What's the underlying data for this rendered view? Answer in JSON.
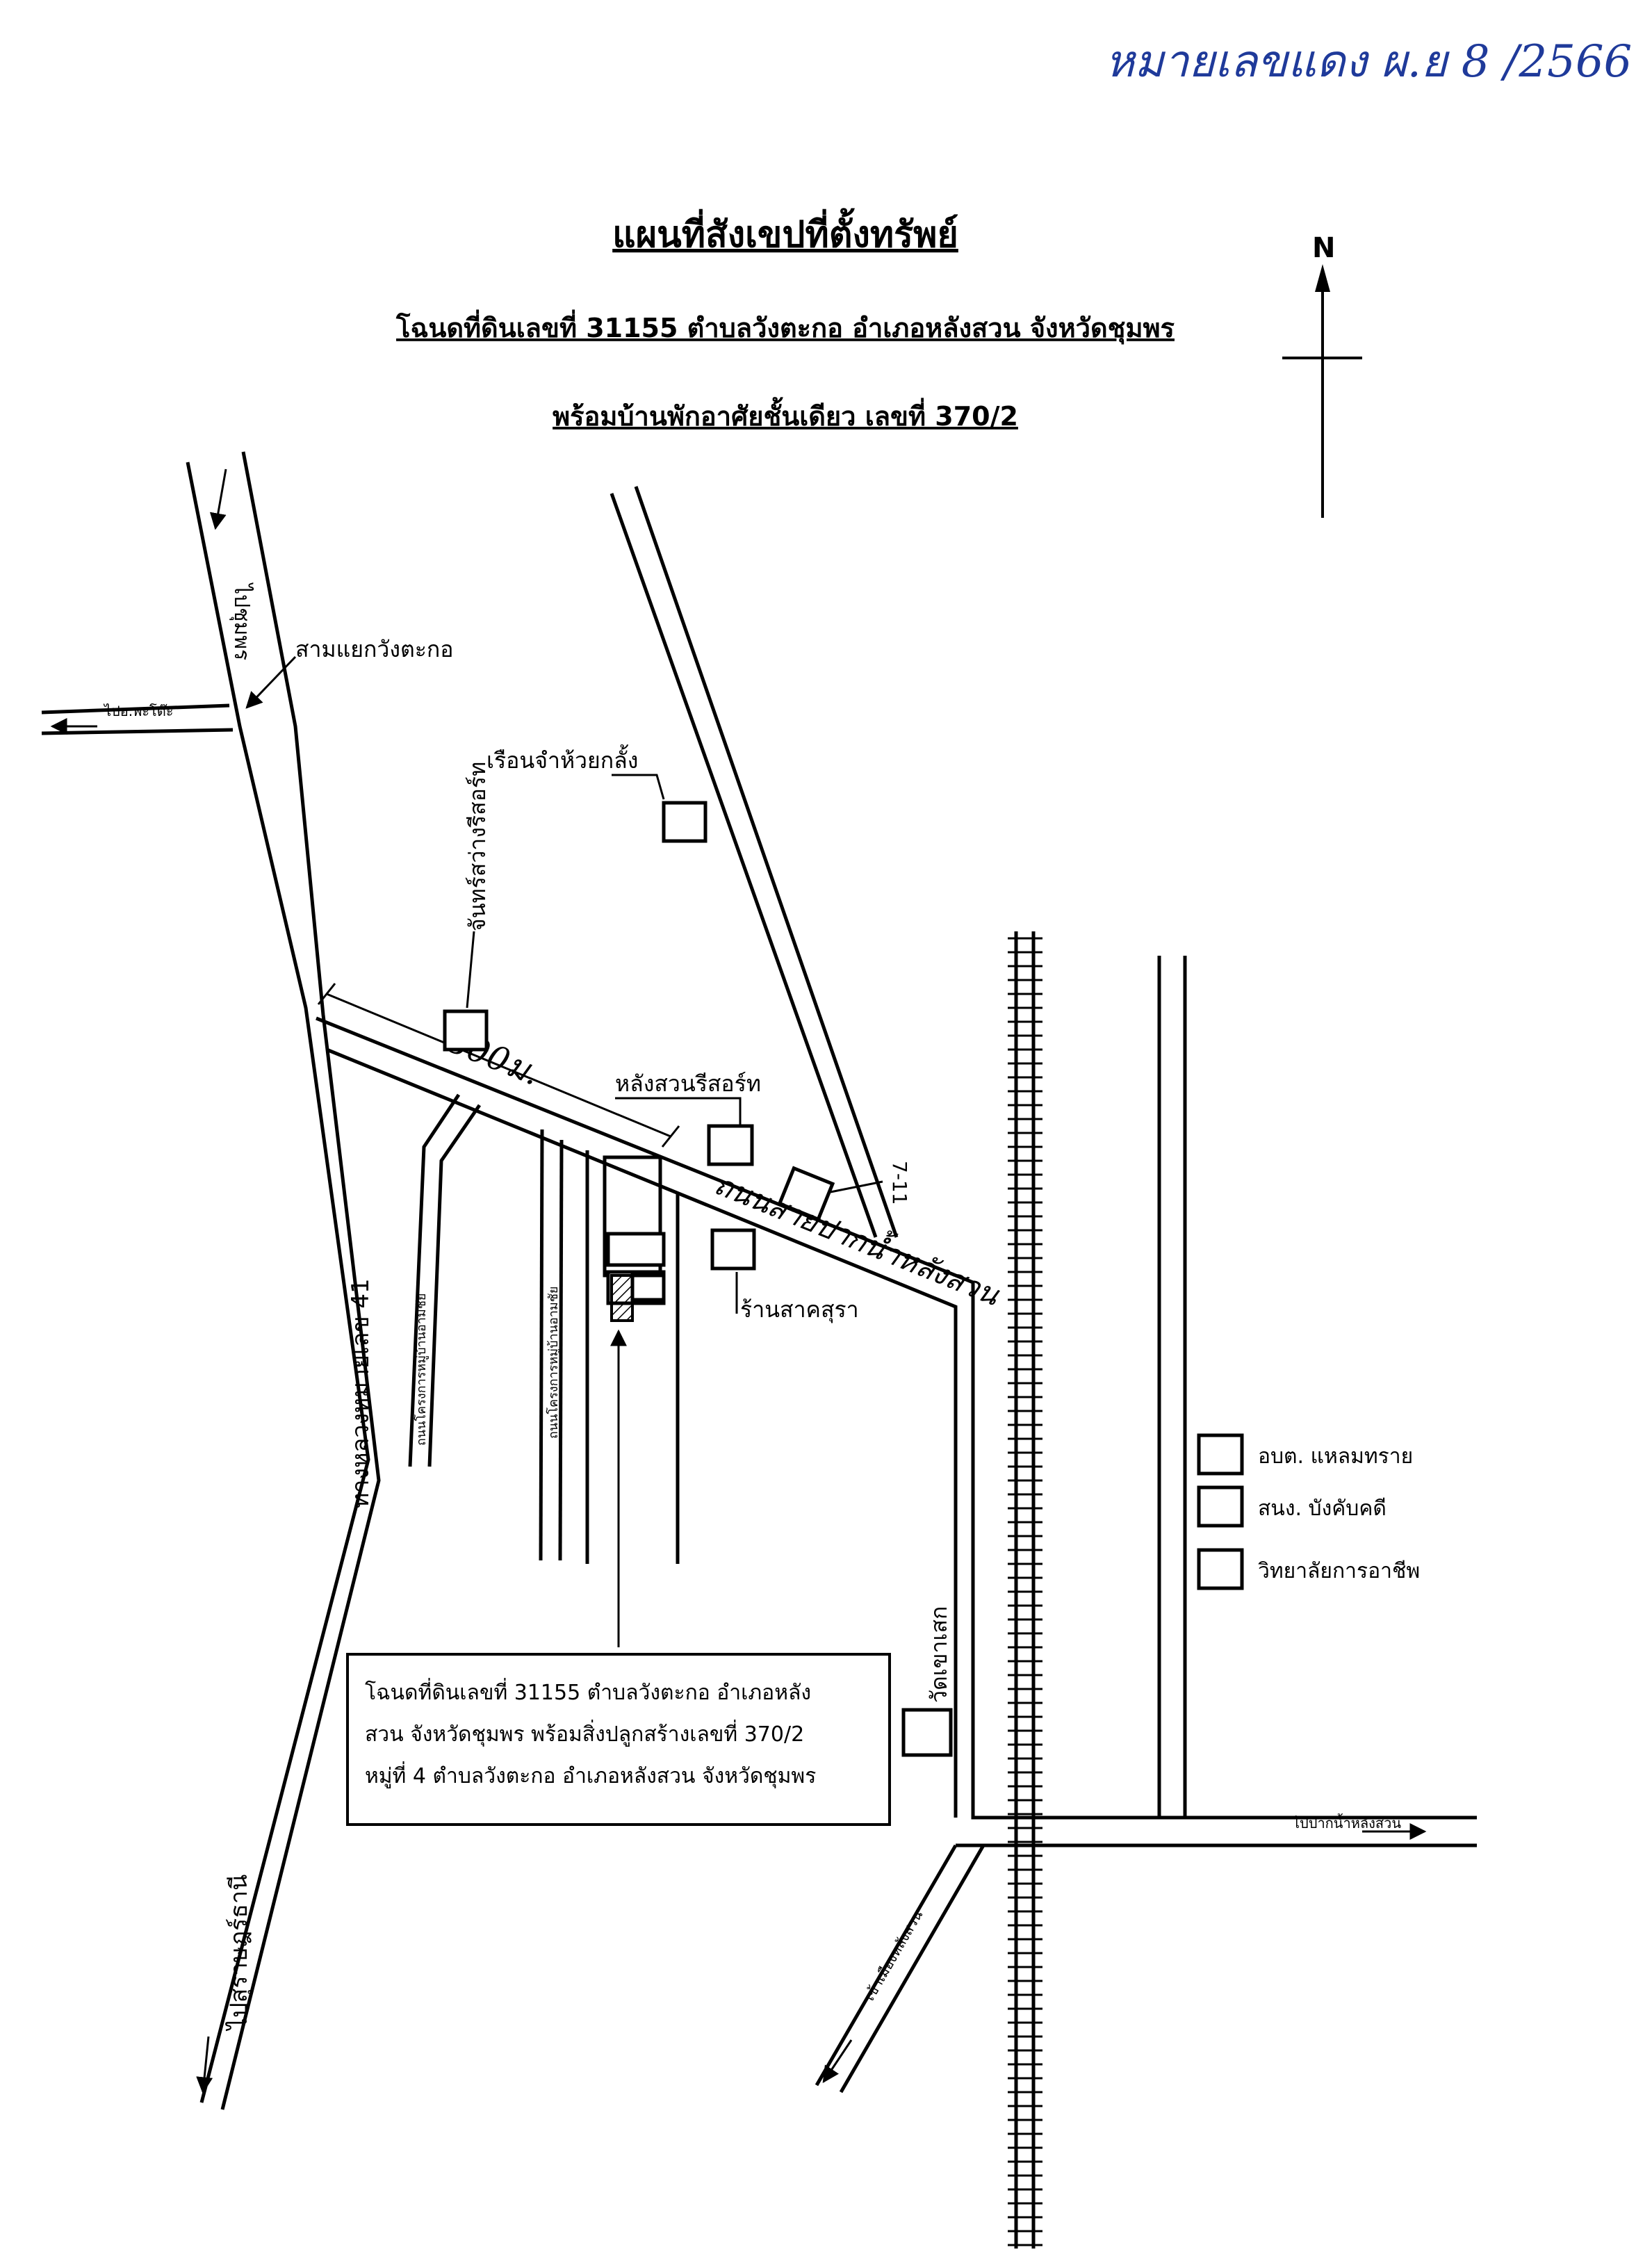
{
  "annotation_handwritten": "หมายเลขแดง ผ.ย 8 /2566",
  "title": "แผนที่สังเขปที่ตั้งทรัพย์",
  "subtitle_line1": "โฉนดที่ดินเลขที่ 31155  ตำบลวังตะกอ อำเภอหลังสวน จังหวัดชุมพร",
  "subtitle_line2": "พร้อมบ้านพักอาศัยชั้นเดียว เลขที่ 370/2",
  "north_label": "N",
  "labels": {
    "to_chumphon": "ไปชุมพร",
    "sam_yaek": "สามแยกวังตะกอ",
    "to_phato": "ไปอ.พะโต๊ะ",
    "ruean_jam": "เรือนจำห้วยกลั้ง",
    "chan_sawang": "จันทร์สว่างรีสอร์ท",
    "distance": "800ม.",
    "lang_suan_resort": "หลังสวนรีสอร์ท",
    "seven_eleven": "7-11",
    "road_name": "ถนนสายปากน้ำหลังสวน",
    "ran_sad": "ร้านสาคสุรา",
    "highway_41": "ทางหลวงหมายเลข 41",
    "village_road_1": "ถนนโครงการหมู่บ้านอามชัย",
    "village_road_2": "ถนนโครงการหมู่บ้านอามชัย",
    "wat_khao": "วัดเขาเสก",
    "obt": "อบต. แหลมทราย",
    "police": "สนง. บังคับคดี",
    "college": "วิทยาลัยการอาชีพ",
    "to_paknam": "ไปปากน้ำหลังสวน",
    "to_city": "เข้าเมืองหลังสวน",
    "to_surat": "ไปสุราษฎร์ธานี"
  },
  "info_box": {
    "line1": "โฉนดที่ดินเลขที่ 31155  ตำบลวังตะกอ  อำเภอหลัง",
    "line2": "สวน  จังหวัดชุมพร  พร้อมสิ่งปลูกสร้างเลขที่ 370/2",
    "line3": "หมู่ที่ 4 ตำบลวังตะกอ อำเภอหลังสวน จังหวัดชุมพร"
  }
}
